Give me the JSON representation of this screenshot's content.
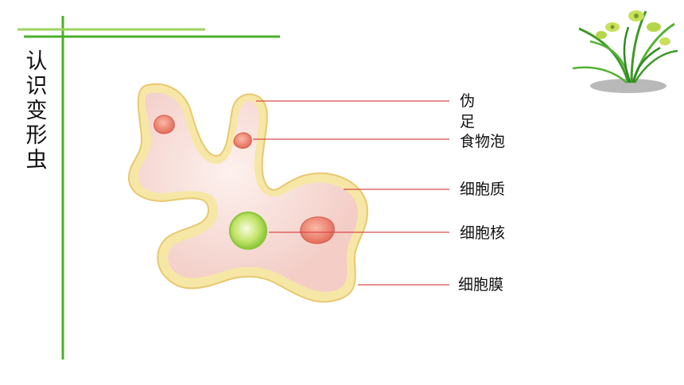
{
  "slide": {
    "title": "认识变形虫"
  },
  "diagram": {
    "labels": {
      "pseudopod": "伪足",
      "food_vacuole": "食物泡",
      "cytoplasm": "细胞质",
      "nucleus": "细胞核",
      "cell_membrane": "细胞膜"
    }
  },
  "colors": {
    "frame_line": "#4caf2a",
    "frame_line_light": "#9ed35c",
    "leader_line": "#d94a4a",
    "cell_fill": "#f6d5d0",
    "membrane": "#f6e7a6",
    "membrane_outline": "#e8c870",
    "food_vacuole": "#e87a6a",
    "nucleus": "#a8d84a"
  }
}
